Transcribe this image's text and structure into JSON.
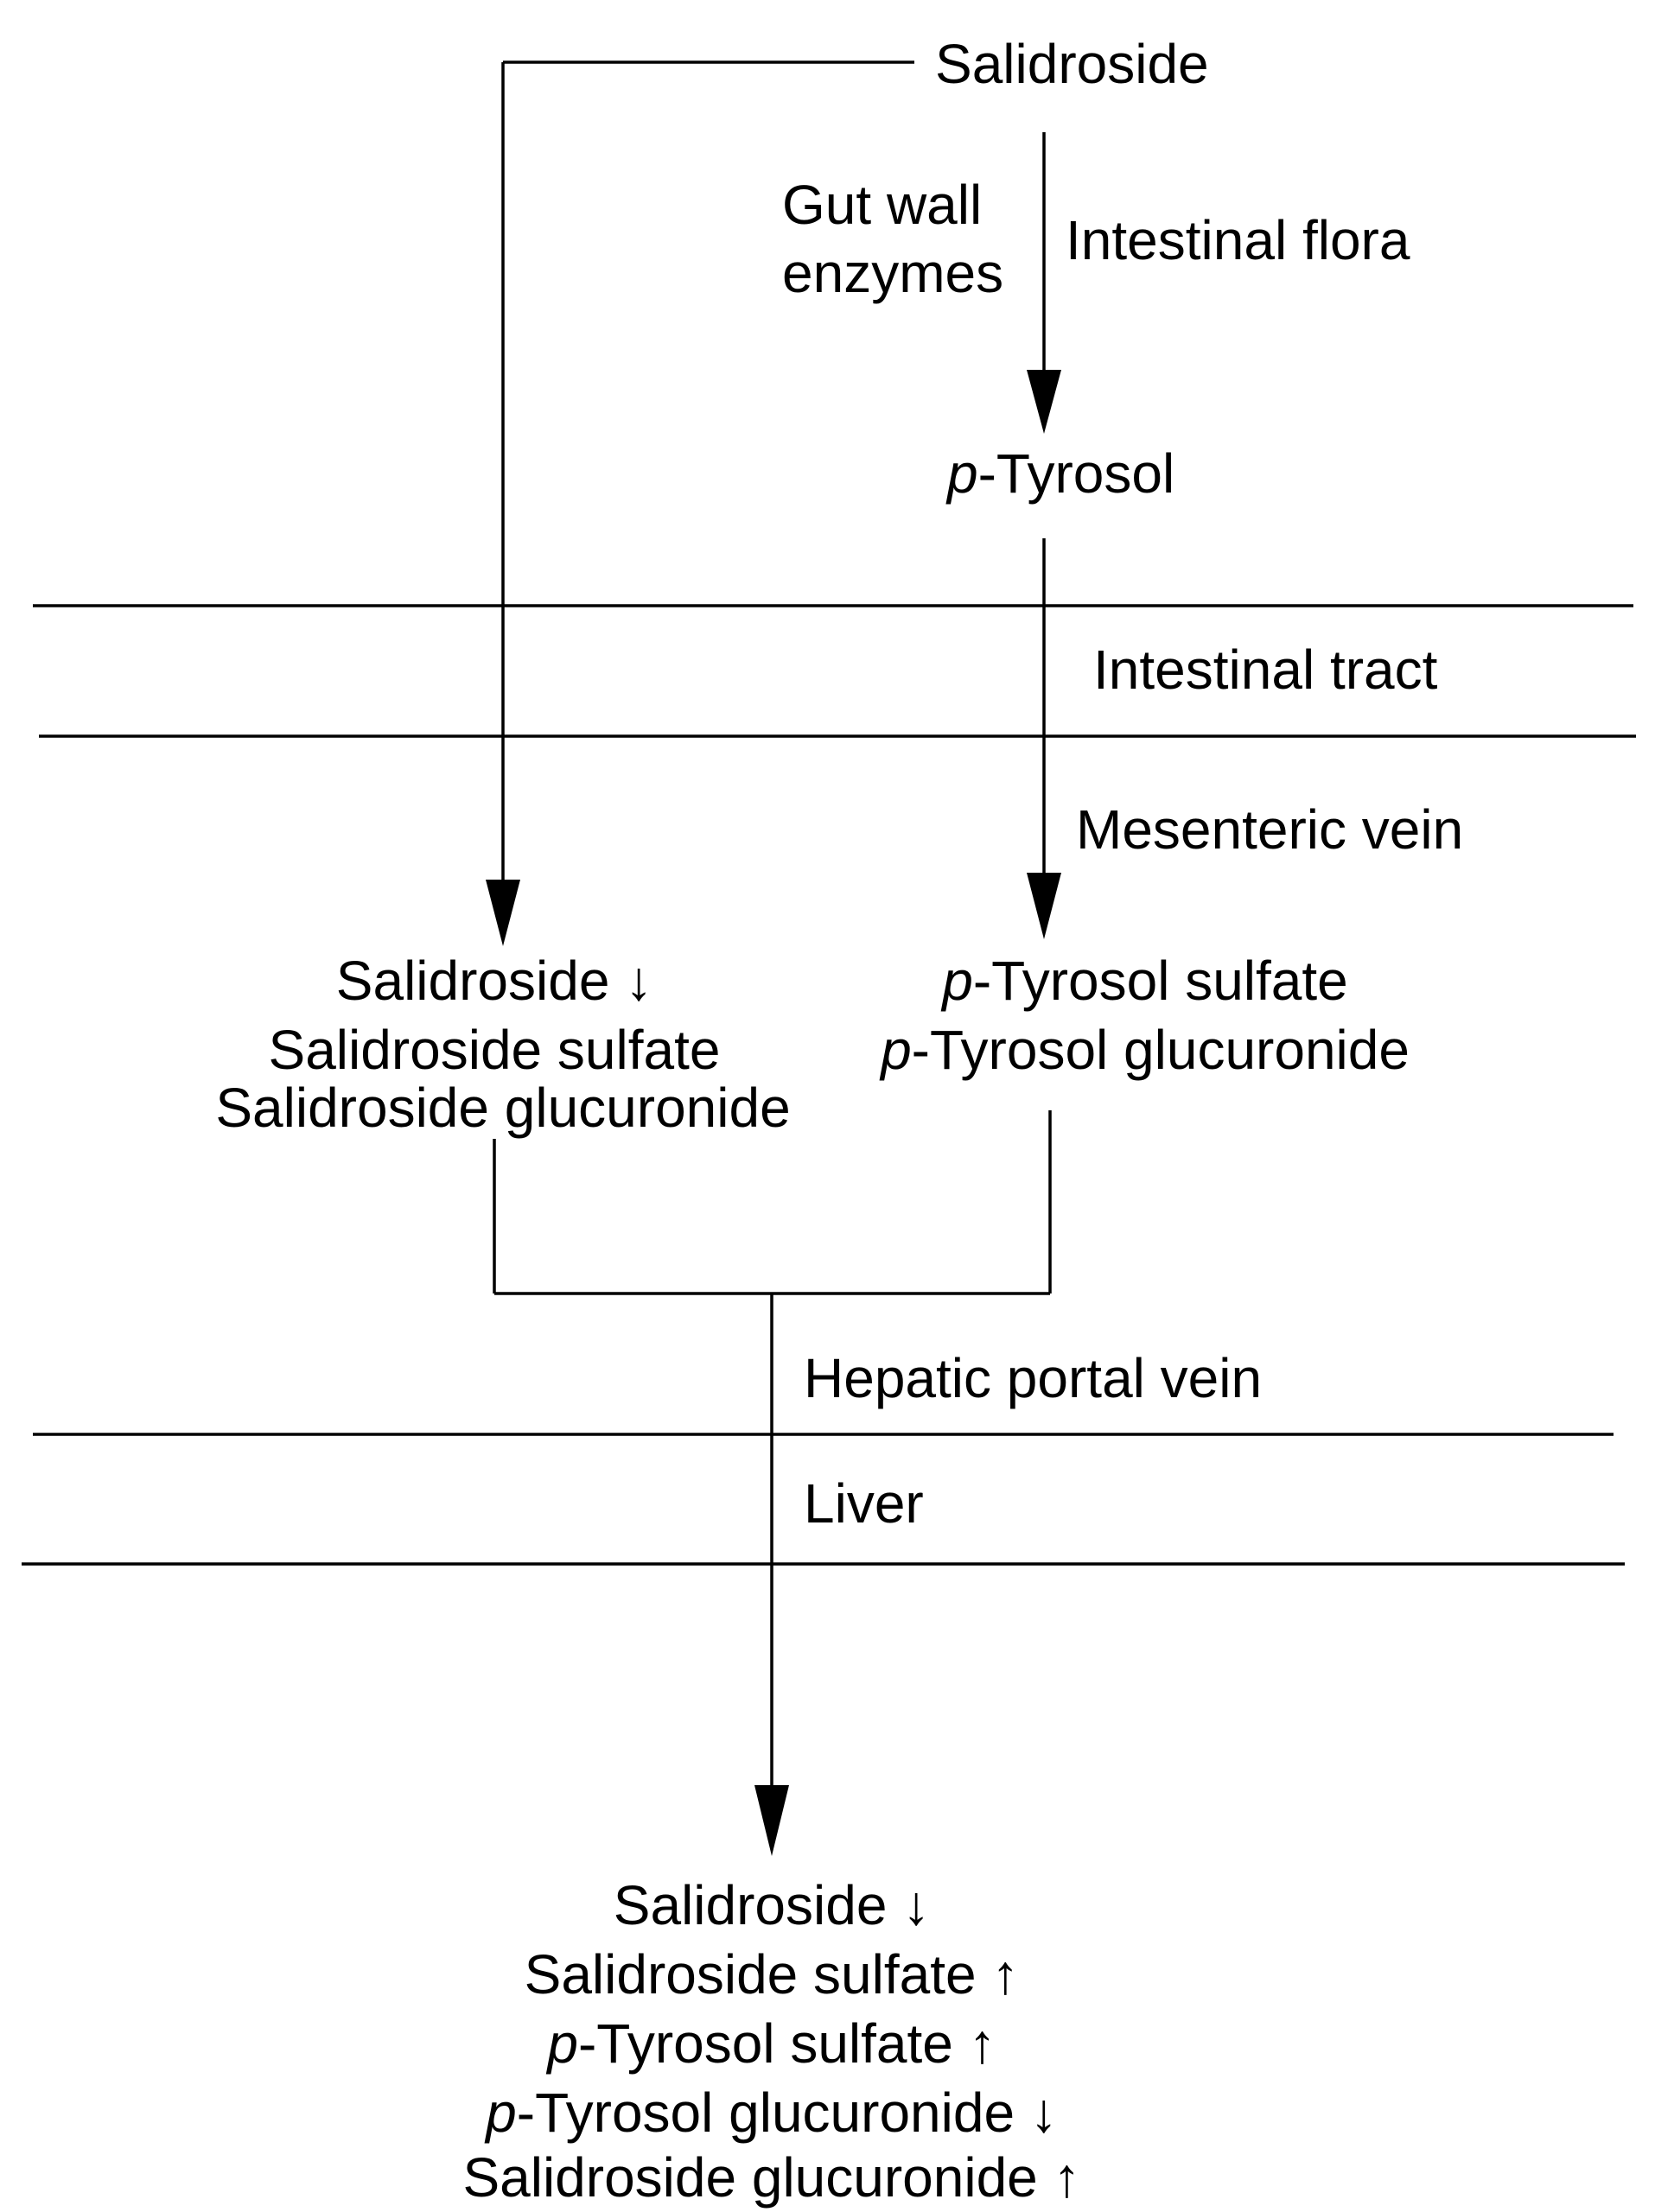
{
  "nodes": {
    "source": "Salidroside",
    "enzyme_1": "Gut wall",
    "enzyme_2": "enzymes",
    "flora": "Intestinal flora",
    "tyrosol_prefix": "p",
    "tyrosol_name": "-Tyrosol"
  },
  "regions": {
    "intestinal_tract": "Intestinal tract",
    "mesenteric_vein": "Mesenteric vein",
    "hepatic_portal_vein": "Hepatic portal vein",
    "liver": "Liver"
  },
  "left_group": [
    {
      "text": "Salidroside",
      "trend": "↓"
    },
    {
      "text": "Salidroside sulfate",
      "trend": ""
    },
    {
      "text": "Salidroside glucuronide",
      "trend": ""
    }
  ],
  "right_group": [
    {
      "prefix": "p",
      "text": "-Tyrosol sulfate"
    },
    {
      "prefix": "p",
      "text": "-Tyrosol glucuronide"
    }
  ],
  "final_group": [
    {
      "prefix": "",
      "text": "Salidroside",
      "trend": "↓"
    },
    {
      "prefix": "",
      "text": "Salidroside sulfate",
      "trend": "↑"
    },
    {
      "prefix": "p",
      "text": "-Tyrosol sulfate",
      "trend": "↑"
    },
    {
      "prefix": "p",
      "text": "-Tyrosol glucuronide",
      "trend": "↓"
    },
    {
      "prefix": "",
      "text": "Salidroside glucuronide",
      "trend": "↑"
    }
  ]
}
